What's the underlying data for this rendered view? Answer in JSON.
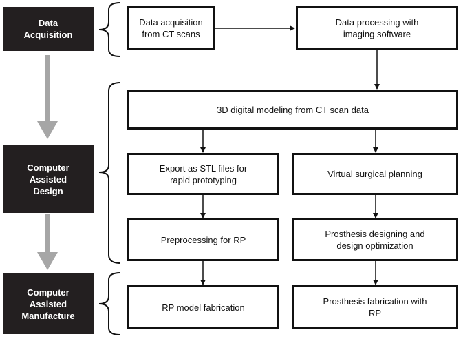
{
  "stages": {
    "data_acquisition": "Data\nAcquisition",
    "computer_assisted_design": "Computer\nAssisted\nDesign",
    "computer_assisted_manufacture": "Computer\nAssisted\nManufacture"
  },
  "steps": {
    "ct_acquisition": "Data acquisition\nfrom CT scans",
    "imaging_software": "Data processing with\nimaging software",
    "digital_modeling": "3D digital modeling from CT scan data",
    "export_stl": "Export as STL files for\nrapid prototyping",
    "virtual_planning": "Virtual surgical planning",
    "preprocessing_rp": "Preprocessing for RP",
    "prosthesis_design": "Prosthesis designing and\ndesign optimization",
    "rp_fabrication": "RP model fabrication",
    "prosthesis_fabrication": "Prosthesis fabrication with\nRP"
  },
  "colors": {
    "stage_fill": "#231f20",
    "stage_arrow": "#a6a6a6",
    "box_border": "#111111"
  }
}
